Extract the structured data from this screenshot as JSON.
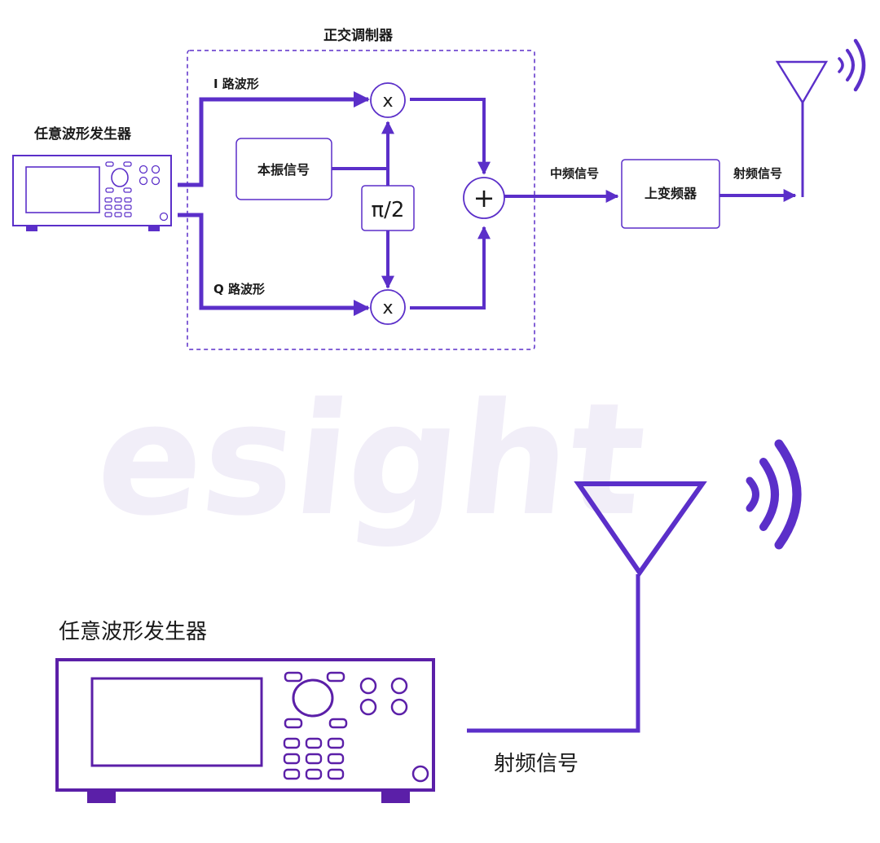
{
  "top": {
    "generator_label": "任意波形发生器",
    "modulator_title": "正交调制器",
    "i_path_label": "I 路波形",
    "q_path_label": "Q 路波形",
    "lo_label": "本振信号",
    "phase_shift_label": "π/2",
    "multiplier_symbol": "x",
    "adder_symbol": "+",
    "if_label": "中频信号",
    "upconverter_label": "上变频器",
    "rf_label": "射频信号"
  },
  "bottom": {
    "generator_label": "任意波形发生器",
    "rf_label": "射频信号"
  },
  "watermark": {
    "text": "esight"
  },
  "colors": {
    "accent": "#5b2fc9",
    "device": "#5b1fa8",
    "text": "#1a1a1a"
  }
}
